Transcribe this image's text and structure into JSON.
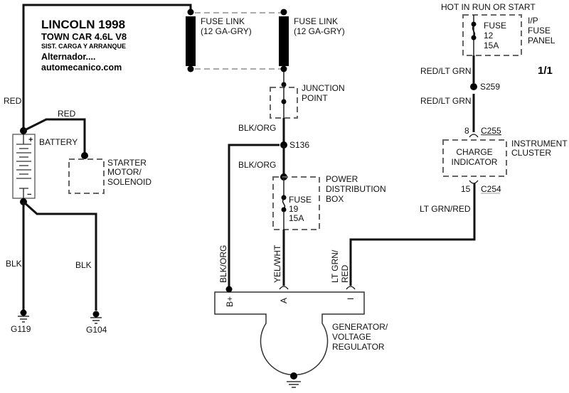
{
  "header": {
    "title": "LINCOLN 1998",
    "model": "TOWN CAR  4.6L  V8",
    "system": "SIST. CARGA Y ARRANQUE",
    "subject": "Alternador....",
    "website": "automecanico.com"
  },
  "page_indicator": "1/1",
  "components": {
    "fuse_link_1": {
      "line1": "FUSE LINK",
      "line2": "(12 GA-GRY)"
    },
    "fuse_link_2": {
      "line1": "FUSE LINK",
      "line2": "(12 GA-GRY)"
    },
    "battery": {
      "label": "BATTERY",
      "plus": "+",
      "minus": "−"
    },
    "starter": {
      "line1": "STARTER",
      "line2": "MOTOR/",
      "line3": "SOLENOID"
    },
    "junction_point": {
      "line1": "JUNCTION",
      "line2": "POINT"
    },
    "power_distribution_box": {
      "line1": "POWER",
      "line2": "DISTRIBUTION",
      "line3": "BOX"
    },
    "fuse_19": {
      "line1": "FUSE",
      "line2": "19",
      "line3": "15A"
    },
    "hot_label": "HOT IN RUN OR START",
    "ip_fuse_panel": {
      "line1": "I/P",
      "line2": "FUSE",
      "line3": "PANEL"
    },
    "fuse_12": {
      "line1": "FUSE",
      "line2": "12",
      "line3": "15A"
    },
    "instrument_cluster": {
      "line1": "INSTRUMENT",
      "line2": "CLUSTER"
    },
    "charge_indicator": {
      "line1": "CHARGE",
      "line2": "INDICATOR"
    },
    "generator": {
      "line1": "GENERATOR/",
      "line2": "VOLTAGE",
      "line3": "REGULATOR",
      "pin_bplus": "B+",
      "pin_a": "A",
      "pin_i": "I"
    }
  },
  "wires": {
    "red_main": "RED",
    "red_starter": "RED",
    "blk_g119": "BLK",
    "blk_g104": "BLK",
    "blk_org_upper": "BLK/ORG",
    "blk_org_lower": "BLK/ORG",
    "blk_org_bplus": "BLK/ORG",
    "yel_wht": "YEL/WHT",
    "red_lt_grn_upper": "RED/LT GRN",
    "red_lt_grn_lower": "RED/LT GRN",
    "lt_grn_red": "LT GRN/RED",
    "lt_grn_red_vert_1": "LT GRN/",
    "lt_grn_red_vert_2": "RED"
  },
  "splices": {
    "s136": "S136",
    "s259": "S259"
  },
  "connectors": {
    "c255": {
      "pin": "8",
      "name": "C255"
    },
    "c254": {
      "pin": "15",
      "name": "C254"
    }
  },
  "grounds": {
    "g119": "G119",
    "g104": "G104"
  }
}
